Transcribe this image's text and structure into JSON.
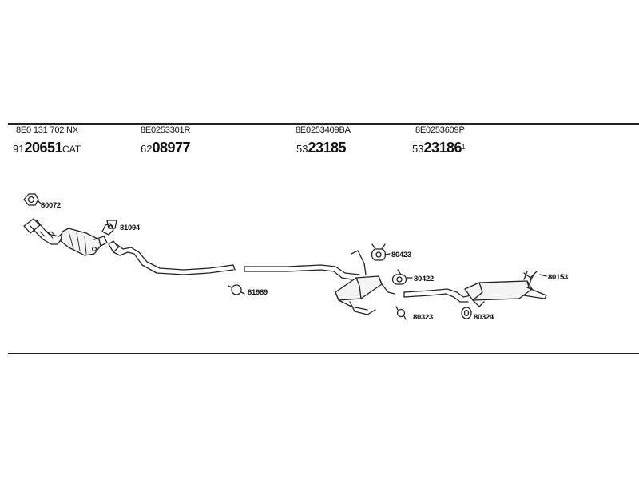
{
  "groups": [
    {
      "oe": "8E0 131 702 NX",
      "prefix": "91",
      "number": "20651",
      "suffix": "CAT",
      "sup": ""
    },
    {
      "oe": "8E0253301R",
      "prefix": "62",
      "number": "08977",
      "suffix": "",
      "sup": ""
    },
    {
      "oe": "8E0253409BA",
      "prefix": "53",
      "number": "23185",
      "suffix": "",
      "sup": ""
    },
    {
      "oe": "8E0253609P",
      "prefix": "53",
      "number": "23186",
      "suffix": "",
      "sup": "1"
    }
  ],
  "fittings": [
    "80072",
    "81094",
    "81989",
    "80423",
    "80422",
    "80323",
    "80324",
    "80153"
  ]
}
